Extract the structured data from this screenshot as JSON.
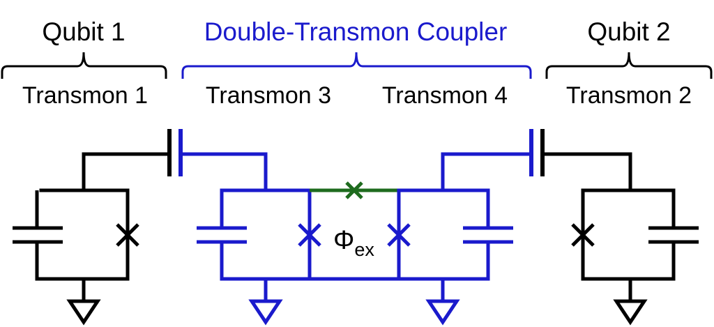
{
  "labels": {
    "qubit1": "Qubit 1",
    "qubit2": "Qubit 2",
    "coupler": "Double-Transmon Coupler",
    "transmon1": "Transmon 1",
    "transmon2": "Transmon 2",
    "transmon3": "Transmon 3",
    "transmon4": "Transmon 4",
    "flux_symbol": "Φ",
    "flux_subscript": "ex"
  },
  "colors": {
    "qubit": "#000000",
    "coupler": "#1a1acc",
    "junction_link": "#1e6b1e",
    "background": "#ffffff"
  }
}
